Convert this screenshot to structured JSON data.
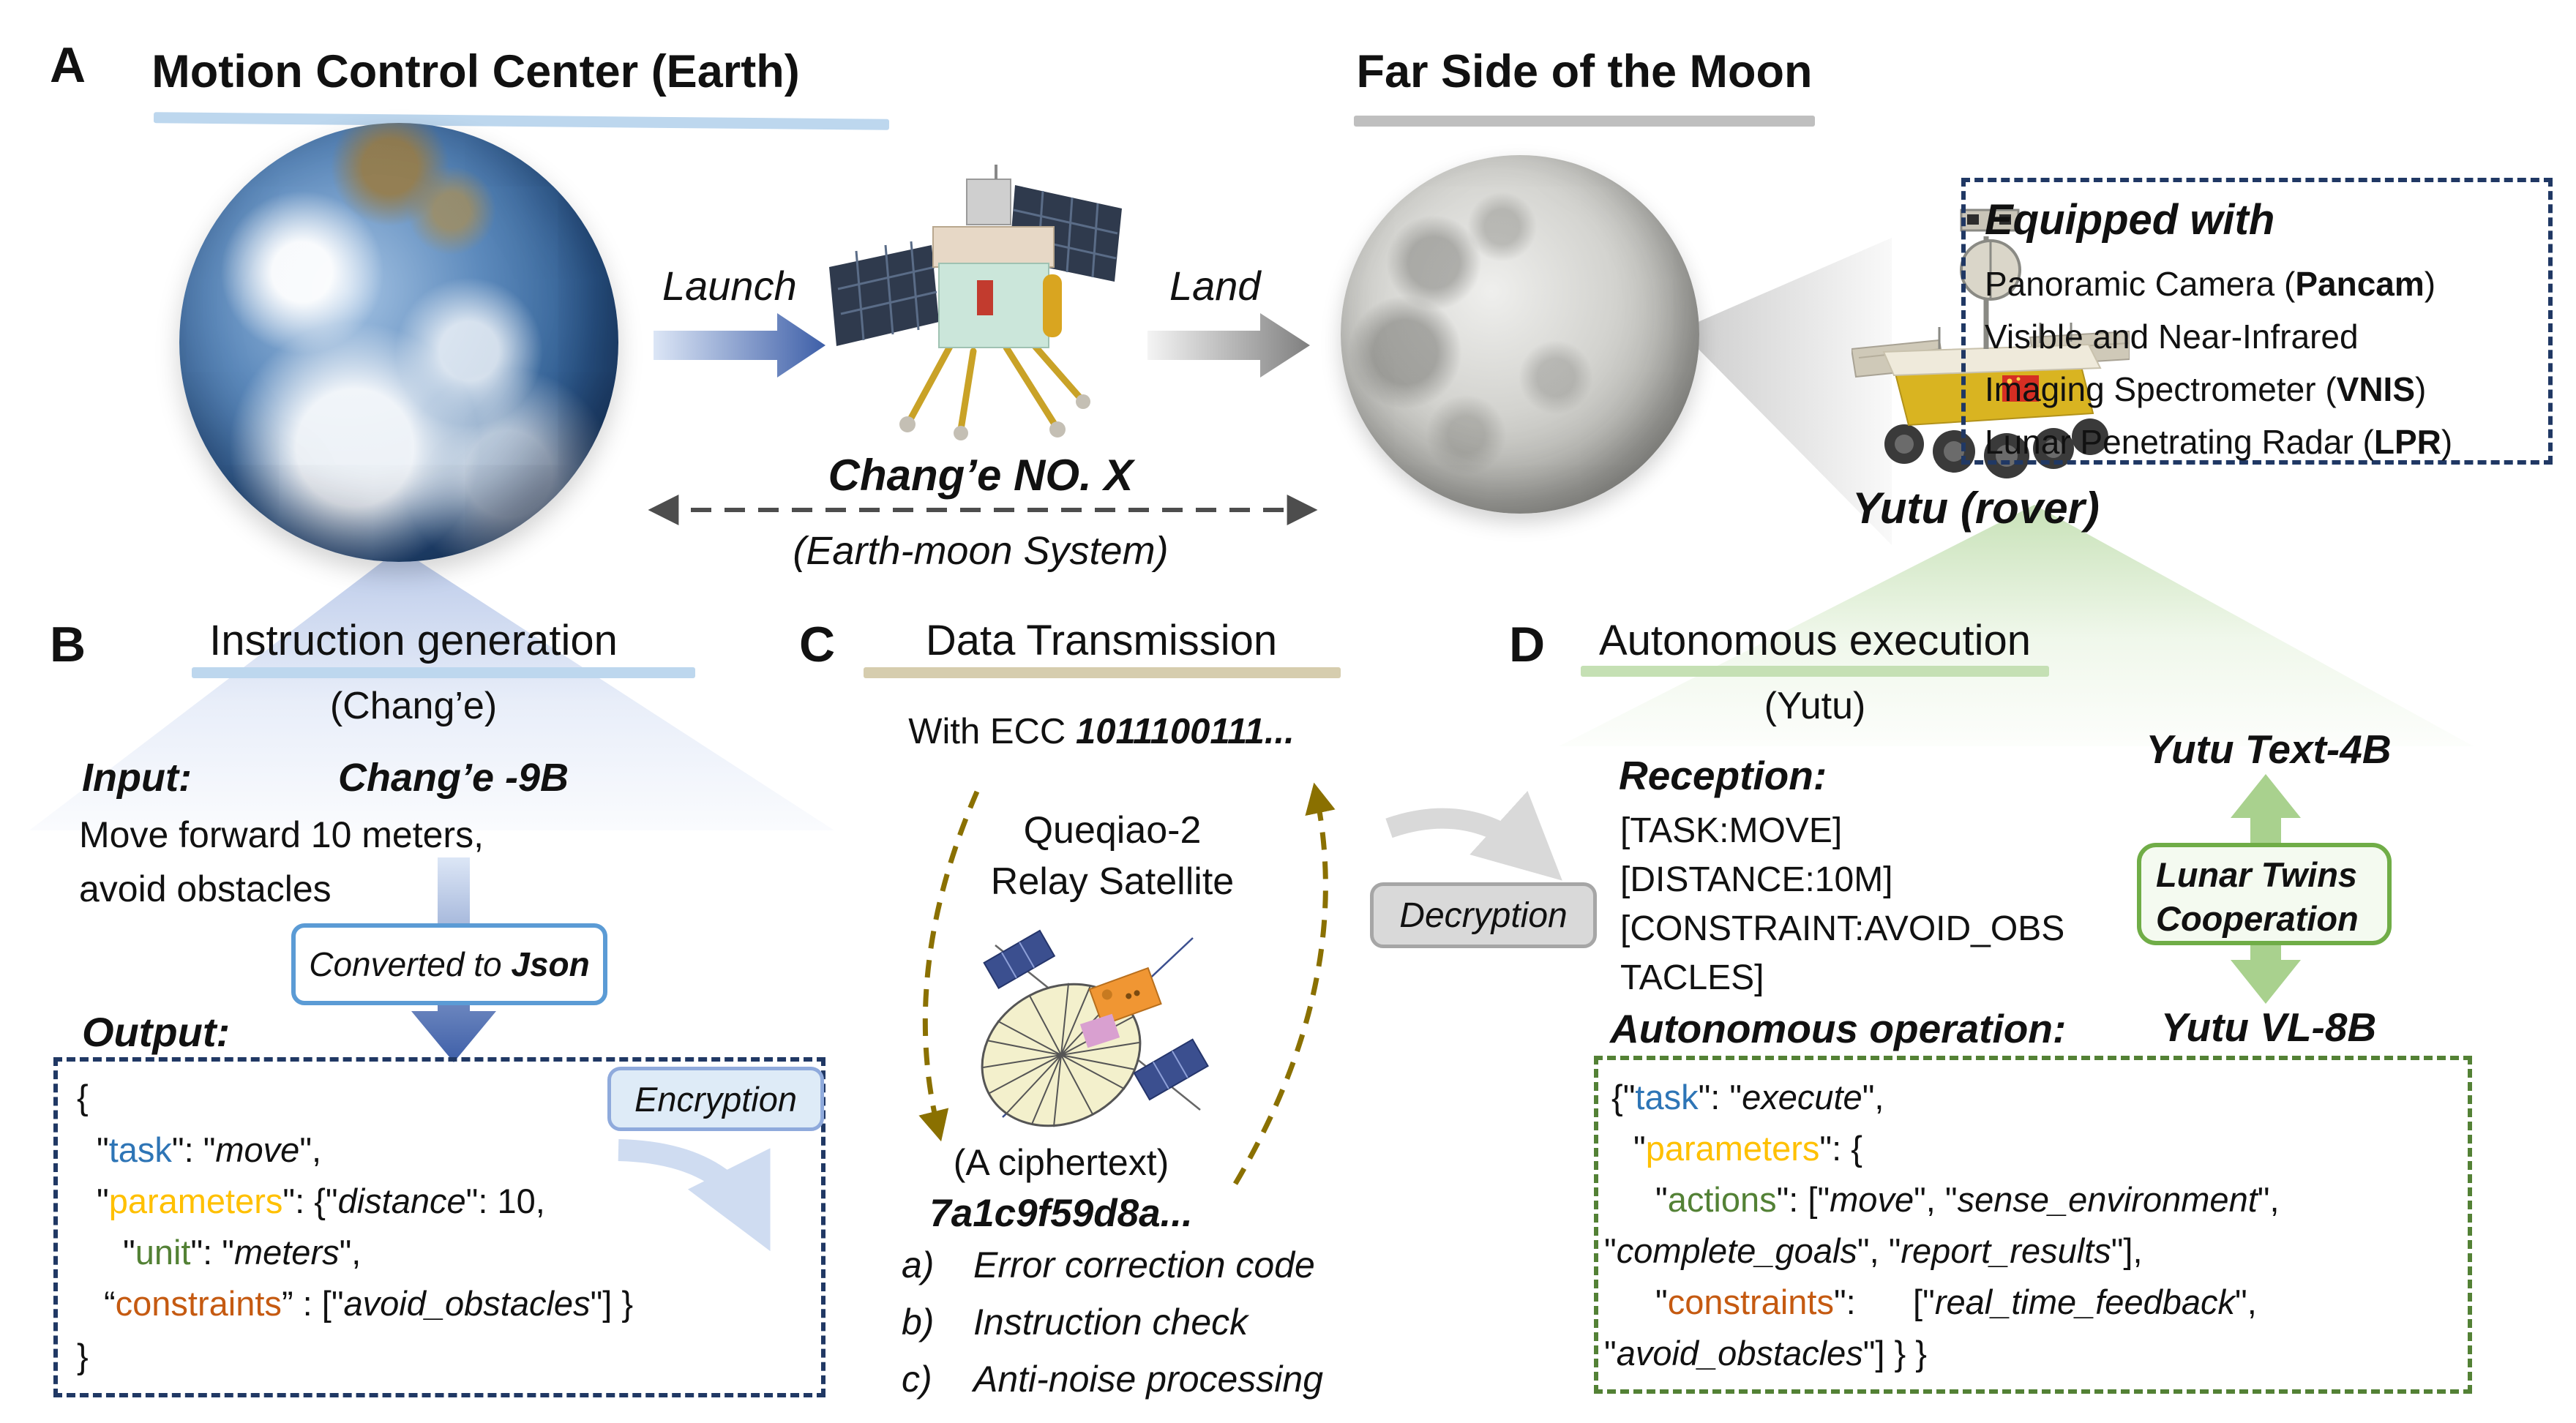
{
  "colors": {
    "key_blue": "#2E75B6",
    "key_gold": "#FFC000",
    "key_green": "#538135",
    "key_orange": "#C55A11",
    "navy_border": "#203864",
    "green_border": "#538135",
    "underline_blue": "#BDD7EE",
    "underline_gray": "#BFBFBF",
    "underline_tan": "#D6CDAE",
    "underline_green": "#C5E0B4",
    "launch_arrow": "#3E5FA8",
    "land_arrow": "#7F7F7F",
    "green_arrow": "#A9D18E",
    "olive_dash": "#8A7000"
  },
  "panelA": {
    "label": "A",
    "title_left": "Motion Control Center (Earth)",
    "title_right": "Far Side of the Moon",
    "launch_label": "Launch",
    "land_label": "Land",
    "lander_name": "Chang’e NO. X",
    "system_label": "(Earth-moon System)",
    "rover_label": "Yutu (rover)",
    "equipped": {
      "title": "Equipped with",
      "line1": [
        {
          "t": "Panoramic Camera (",
          "c": "p"
        },
        {
          "t": "Pancam",
          "c": "b"
        },
        {
          "t": ")",
          "c": "p"
        }
      ],
      "line2": [
        {
          "t": "Visible and Near-Infrared",
          "c": "p"
        }
      ],
      "line3": [
        {
          "t": "Imaging Spectrometer (",
          "c": "p"
        },
        {
          "t": "VNIS",
          "c": "b"
        },
        {
          "t": ")",
          "c": "p"
        }
      ],
      "line4": [
        {
          "t": "Lunar Penetrating Radar (",
          "c": "p"
        },
        {
          "t": "LPR",
          "c": "b"
        },
        {
          "t": ")",
          "c": "p"
        }
      ]
    }
  },
  "panelB": {
    "label": "B",
    "title": "Instruction generation",
    "subtitle": "(Chang’e)",
    "input_label": "Input:",
    "input_model": "Chang’e -9B",
    "input_line1": "Move forward 10 meters,",
    "input_line2": "avoid obstacles",
    "convert_box": [
      {
        "t": "Converted to ",
        "c": "p"
      },
      {
        "t": "Json",
        "c": "b"
      }
    ],
    "output_label": "Output:",
    "encryption_label": "Encryption",
    "json": {
      "l1": [
        {
          "t": "{",
          "c": "p"
        }
      ],
      "l2": [
        {
          "t": "\"",
          "c": "p"
        },
        {
          "t": "task",
          "c": "blue"
        },
        {
          "t": "\": \"",
          "c": "p"
        },
        {
          "t": "move",
          "c": "v"
        },
        {
          "t": "\",",
          "c": "p"
        }
      ],
      "l3": [
        {
          "t": "\"",
          "c": "p"
        },
        {
          "t": "parameters",
          "c": "gold"
        },
        {
          "t": "\": {\"",
          "c": "p"
        },
        {
          "t": "distance",
          "c": "v"
        },
        {
          "t": "\": 10,",
          "c": "p"
        }
      ],
      "l4": [
        {
          "t": "\"",
          "c": "p"
        },
        {
          "t": "unit",
          "c": "green"
        },
        {
          "t": "\": \"",
          "c": "p"
        },
        {
          "t": "meters",
          "c": "v"
        },
        {
          "t": "\",",
          "c": "p"
        }
      ],
      "l5": [
        {
          "t": "“",
          "c": "p"
        },
        {
          "t": "constraints",
          "c": "orange"
        },
        {
          "t": "” : [\"",
          "c": "p"
        },
        {
          "t": "avoid_obstacles",
          "c": "v"
        },
        {
          "t": "\"] }",
          "c": "p"
        }
      ],
      "l6": [
        {
          "t": "}",
          "c": "p"
        }
      ]
    }
  },
  "panelC": {
    "label": "C",
    "title": "Data Transmission",
    "ecc_line": [
      {
        "t": "With ECC ",
        "c": "p"
      },
      {
        "t": "1011100111...",
        "c": "bi"
      }
    ],
    "satellite_line1": "Queqiao-2",
    "satellite_line2": "Relay Satellite",
    "cipher_label": "(A ciphertext)",
    "cipher_value": "7a1c9f59d8a...",
    "list_a_marker": "a)",
    "list_a_text": "Error correction code",
    "list_b_marker": "b)",
    "list_b_text": "Instruction check",
    "list_c_marker": "c)",
    "list_c_text": "Anti-noise processing",
    "decryption_label": "Decryption"
  },
  "panelD": {
    "label": "D",
    "title": "Autonomous execution",
    "subtitle": "(Yutu)",
    "reception_label": "Reception:",
    "r1": "[TASK:MOVE]",
    "r2": "[DISTANCE:10M]",
    "r3": "[CONSTRAINT:AVOID_OBS",
    "r4": "TACLES]",
    "model_text": "Yutu Text-4B",
    "coop_line1": "Lunar Twins",
    "coop_line2": "Cooperation",
    "model_vl": "Yutu VL-8B",
    "operation_label": "Autonomous operation:",
    "json": {
      "l1": [
        {
          "t": "{\"",
          "c": "p"
        },
        {
          "t": "task",
          "c": "blue"
        },
        {
          "t": "\": \"",
          "c": "p"
        },
        {
          "t": "execute",
          "c": "v"
        },
        {
          "t": "\",",
          "c": "p"
        }
      ],
      "l2": [
        {
          "t": "\"",
          "c": "p"
        },
        {
          "t": "parameters",
          "c": "gold"
        },
        {
          "t": "\": {",
          "c": "p"
        }
      ],
      "l3": [
        {
          "t": "\"",
          "c": "p"
        },
        {
          "t": "actions",
          "c": "green"
        },
        {
          "t": "\": [\"",
          "c": "p"
        },
        {
          "t": "move",
          "c": "v"
        },
        {
          "t": "\", \"",
          "c": "p"
        },
        {
          "t": "sense_environment",
          "c": "v"
        },
        {
          "t": "\",",
          "c": "p"
        }
      ],
      "l4": [
        {
          "t": "\"",
          "c": "p"
        },
        {
          "t": "complete_goals",
          "c": "v"
        },
        {
          "t": "\", \"",
          "c": "p"
        },
        {
          "t": "report_results",
          "c": "v"
        },
        {
          "t": "\"],",
          "c": "p"
        }
      ],
      "l5": [
        {
          "t": "\"",
          "c": "p"
        },
        {
          "t": "constraints",
          "c": "orange"
        },
        {
          "t": "\":      [\"",
          "c": "p"
        },
        {
          "t": "real_time_feedback",
          "c": "v"
        },
        {
          "t": "\",",
          "c": "p"
        }
      ],
      "l6": [
        {
          "t": "\"",
          "c": "p"
        },
        {
          "t": "avoid_obstacles",
          "c": "v"
        },
        {
          "t": "\"] } }",
          "c": "p"
        }
      ]
    }
  }
}
